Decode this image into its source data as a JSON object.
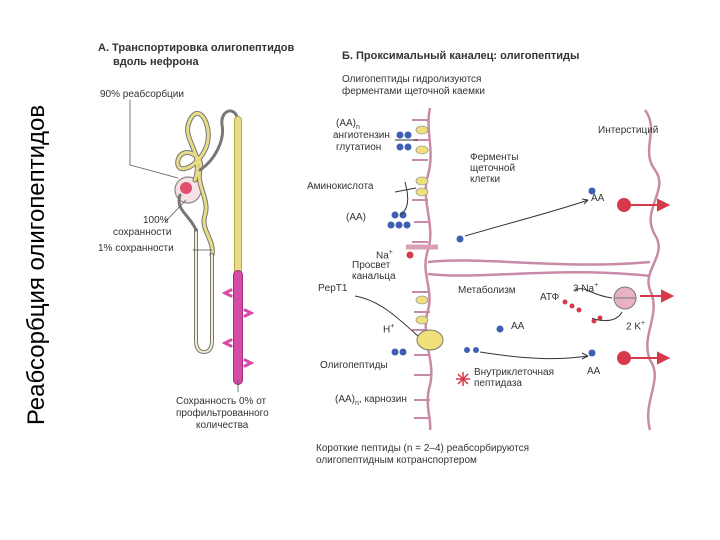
{
  "page_title": "Реабсорбция олигопептидов",
  "panel_a": {
    "header_line1": "А. Транспортировка олигопептидов",
    "header_line2": "вдоль нефрона",
    "reabsorption_90": "90% реабсорбции",
    "retention_100_line1": "100%",
    "retention_100_line2": "сохранности",
    "retention_1": "1% сохранности",
    "retention_0_line1": "Сохранность 0% от",
    "retention_0_line2": "профильтрованного",
    "retention_0_line3": "количества"
  },
  "panel_b": {
    "header": "Б. Проксимальный каналец: олигопептиды",
    "hydrolysis_line1": "Олигопептиды гидролизуются",
    "hydrolysis_line2": "ферментами щеточной каемки",
    "aa_n": "(АА)",
    "aa_n_sub": "n",
    "angiotensin": "ангиотензин",
    "glutathione": "глутатион",
    "interstitium": "Интерстиций",
    "enzymes_line1": "Ферменты",
    "enzymes_line2": "щеточной",
    "enzymes_line3": "клетки",
    "amino_acid": "Аминокислота",
    "aa_top_right": "АА",
    "aa_left": "(АА)",
    "na_plus": "Na",
    "na_sup": "+",
    "lumen_line1": "Просвет",
    "lumen_line2": "канальца",
    "pept1": "PepT1",
    "metabolism": "Метаболизм",
    "atp": "АТФ",
    "na3": "3 Na",
    "na3_sup": "+",
    "h_plus": "H",
    "h_sup": "+",
    "aa_mid": "АА",
    "k2": "2 K",
    "k2_sup": "+",
    "oligopeptides": "Олигопептиды",
    "intracellular_line1": "Внутриклеточная",
    "intracellular_line2": "пептидаза",
    "aa_bottom_right": "АА",
    "aa_n_carnosine": "(АА)",
    "carnosine_sub": "n",
    "carnosine": ", карнозин",
    "short_peptides_line1": "Короткие пептиды (n = 2–4) реабсорбируются",
    "short_peptides_line2": "олигопептидным котранспортером"
  },
  "colors": {
    "tubule_yellow": "#e8dc86",
    "tubule_pink": "#d64aa8",
    "membrane": "#c98aa8",
    "enzyme_yellow": "#efe07a",
    "dot_blue": "#3f5fb5",
    "red_arrow": "#d63a4a"
  }
}
